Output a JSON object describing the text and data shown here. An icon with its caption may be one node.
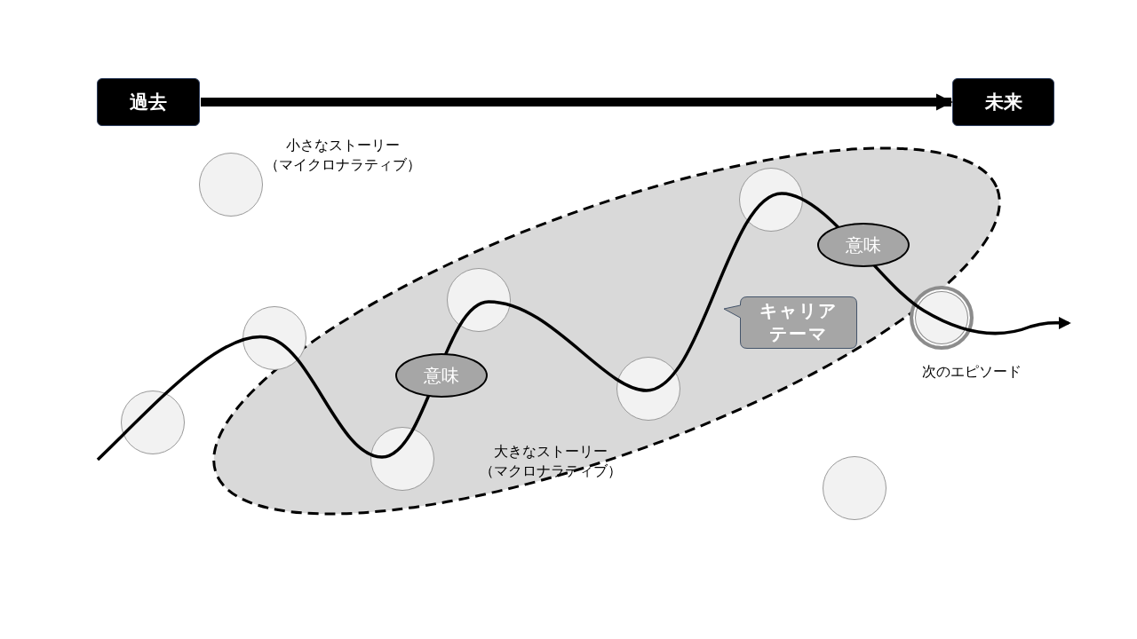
{
  "diagram": {
    "nodes": [
      {
        "text": [
          "過去"
        ]
      },
      {
        "text": [
          "未来"
        ]
      },
      {
        "text": [
          "大きなストーリー（マクロナラティブ）"
        ]
      },
      {
        "text": [],
        "shape": "circle"
      },
      {
        "text": [],
        "shape": "circle",
        "beside": [
          "小さなストーリー（マイクロナラティブ）"
        ]
      },
      {
        "text": [],
        "shape": "circle"
      },
      {
        "text": [],
        "shape": "circle",
        "in": 2
      },
      {
        "text": [],
        "shape": "circle",
        "in": 2
      },
      {
        "text": [
          "意味"
        ],
        "in": 2
      },
      {
        "text": [],
        "shape": "circle",
        "in": 2
      },
      {
        "text": [],
        "shape": "circle",
        "in": 2
      },
      {
        "text": [
          "意味"
        ],
        "in": 2
      },
      {
        "text": [
          "キャリアテーマ"
        ],
        "in": 2
      },
      {
        "text": [],
        "shape": "circle"
      },
      {
        "text": [],
        "shape": "circle",
        "beside": [
          "次のエピソード"
        ]
      }
    ],
    "edges": [
      {
        "from": 0,
        "to": 1,
        "arrow": "to"
      }
    ]
  }
}
